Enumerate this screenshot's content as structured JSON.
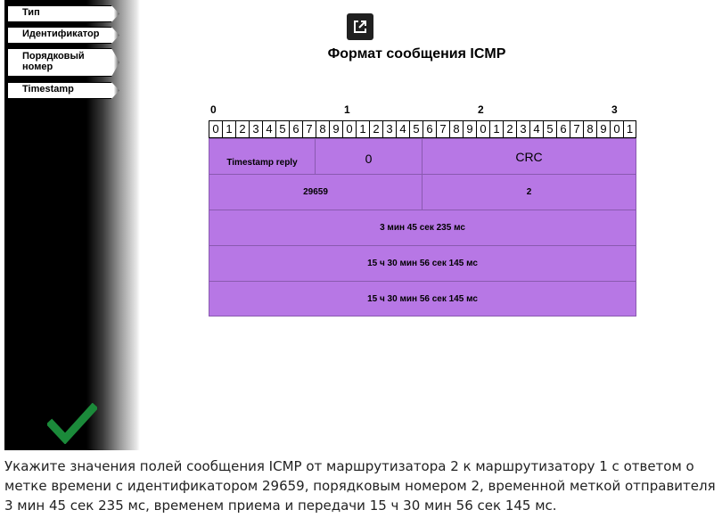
{
  "sidebar": {
    "fields": [
      "Тип",
      "Идентификатор",
      "Порядковый номер",
      "Timestamp"
    ],
    "check_color": "#1b8a3a"
  },
  "popout": {
    "icon": "external-link-icon"
  },
  "diagram": {
    "title": "Формат сообщения ICMP",
    "tens": [
      "0",
      "1",
      "2",
      "3"
    ],
    "bits": [
      "0",
      "1",
      "2",
      "3",
      "4",
      "5",
      "6",
      "7",
      "8",
      "9",
      "0",
      "1",
      "2",
      "3",
      "4",
      "5",
      "6",
      "7",
      "8",
      "9",
      "0",
      "1",
      "2",
      "3",
      "4",
      "5",
      "6",
      "7",
      "8",
      "9",
      "0",
      "1"
    ],
    "row1": {
      "type": "Timestamp reply",
      "code": "0",
      "crc": "CRC"
    },
    "row2": {
      "id": "29659",
      "seq": "2"
    },
    "row3": {
      "originate": "3 мин 45 сек 235 мс"
    },
    "row4": {
      "receive": "15 ч 30 мин 56 сек 145 мс"
    },
    "row5": {
      "transmit": "15 ч 30 мин 56 сек 145 мс"
    },
    "fill_color": "#b777e5"
  },
  "question": "Укажите значения полей сообщения ICMP от маршрутизатора 2 к маршрутизатору 1 с ответом о метке времени с идентификатором 29659, порядковым номером 2, временной меткой отправителя 3 мин 45 сек 235 мс, временем приема и передачи 15 ч 30 мин 56 сек 145 мс."
}
